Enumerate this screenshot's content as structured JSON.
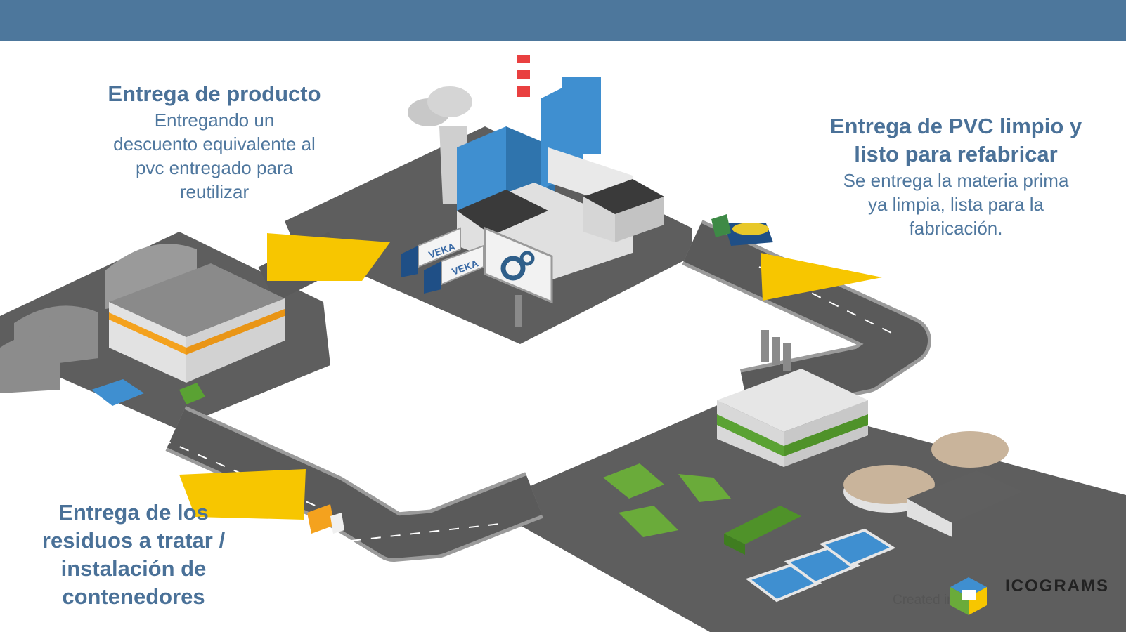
{
  "header": {
    "bar_color": "#4d779c"
  },
  "labels": {
    "product": {
      "title": "Entrega de producto",
      "lines": [
        "Entregando un",
        "descuento equivalente al",
        "pvc entregado para",
        "reutilizar"
      ]
    },
    "pvc": {
      "title_lines": [
        "Entrega de PVC limpio y",
        "listo para refabricar"
      ],
      "lines": [
        "Se entrega la materia prima",
        "ya limpia, lista para la",
        "fabricación."
      ]
    },
    "waste": {
      "title_lines": [
        "Entrega de los",
        "residuos a tratar /",
        "instalación de",
        "contenedores"
      ]
    }
  },
  "trucks": {
    "brand": "VEKA"
  },
  "logo": {
    "created": "Created in",
    "brand": "ICOGRAMS"
  },
  "colors": {
    "road": "#5b5b5b",
    "road_edge": "#9a9a9a",
    "arrow": "#f7c600",
    "factory_blue": "#3f8fd0",
    "recycling_green": "#6aab3a",
    "warehouse_orange": "#f4a21e"
  },
  "icons": [
    "factory-icon",
    "warehouse-icon",
    "recycling-plant-icon",
    "recycle-symbol-icon",
    "truck-icon",
    "gear-billboard-icon",
    "arrow-icon",
    "logo-icon"
  ]
}
